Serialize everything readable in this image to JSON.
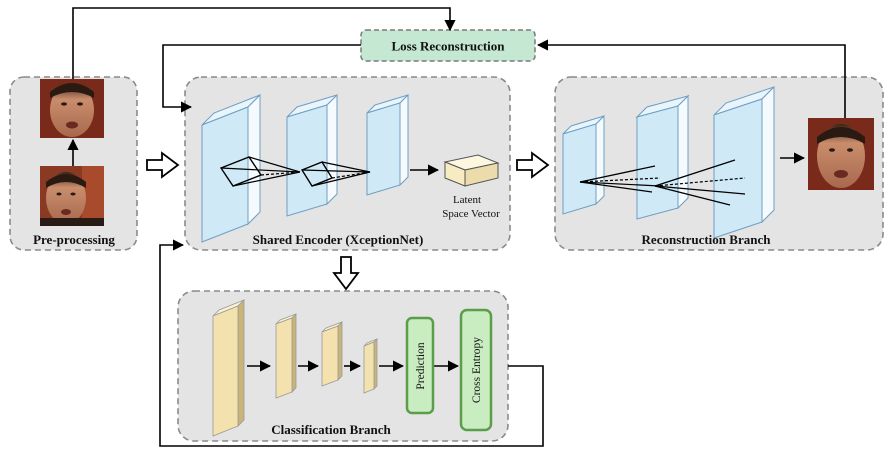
{
  "labels": {
    "preprocessing": "Pre-processing",
    "encoder": "Shared Encoder (XceptionNet)",
    "latent_line1": "Latent",
    "latent_line2": "Space Vector",
    "reconstruction": "Reconstruction Branch",
    "classification": "Classification Branch",
    "loss": "Loss Reconstruction",
    "prediction": "Prediction",
    "cross_entropy": "Cross Entropy"
  },
  "colors": {
    "panel_fill": "#e4e4e4",
    "panel_border": "#8a8a8a",
    "blue_layer": "#cfe9f7",
    "blue_edge": "#6f9ec2",
    "tan_layer": "#f3e2ad",
    "tan_side": "#c9b577",
    "green_fill": "#c9ecc1",
    "green_border": "#5a9e4a",
    "loss_fill": "#c5e8d2"
  }
}
